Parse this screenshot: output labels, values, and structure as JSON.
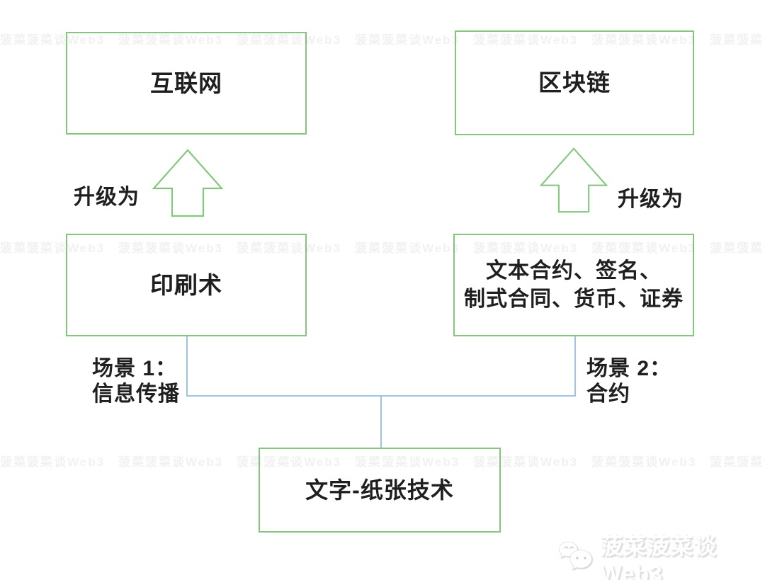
{
  "diagram": {
    "boxes": {
      "internet": {
        "label": "互联网"
      },
      "blockchain": {
        "label": "区块链"
      },
      "printing": {
        "label": "印刷术"
      },
      "contracts": {
        "line1": "文本合约、签名、",
        "line2": "制式合同、货币、证券"
      },
      "paper": {
        "label": "文字-纸张技术"
      }
    },
    "arrows": {
      "left_label": "升级为",
      "right_label": "升级为"
    },
    "scenes": {
      "scene1": {
        "line1": "场景 1：",
        "line2": "信息传播"
      },
      "scene2": {
        "line1": "场景 2：",
        "line2": "合约"
      }
    },
    "colors": {
      "box_border": "#82c77c",
      "connector": "#9dc3e6",
      "text": "#1f1f1f",
      "watermark_shadow": "#cccccc"
    }
  },
  "watermark": {
    "text": "菠菜菠菜谈Web3",
    "icon": "wechat-bubbles-icon"
  }
}
